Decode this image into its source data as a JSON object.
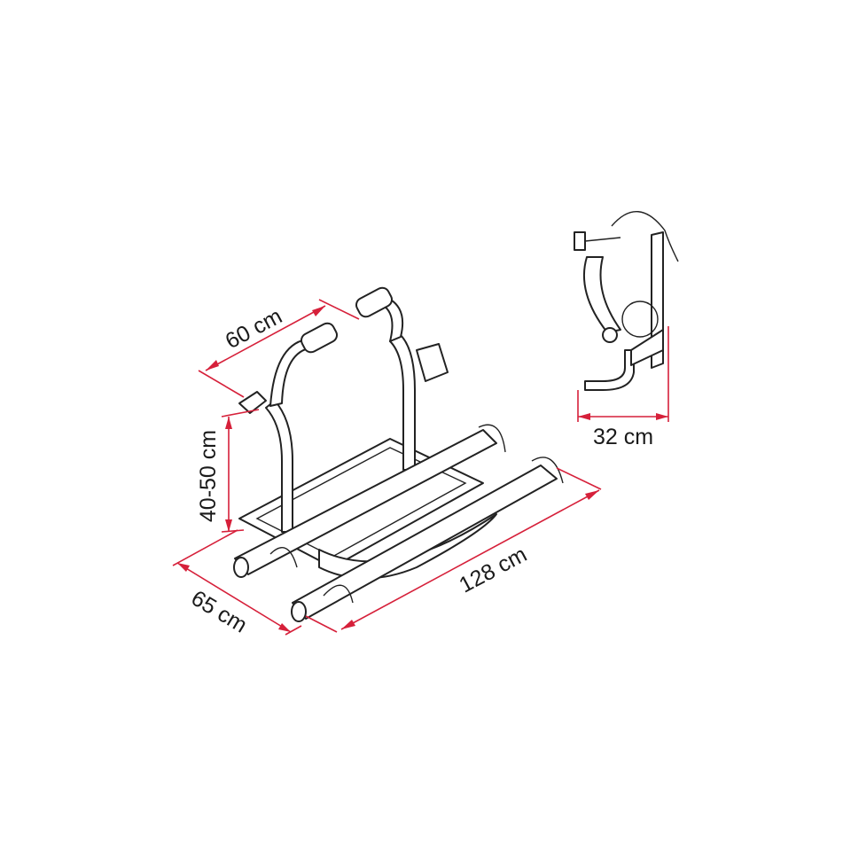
{
  "dimensions": {
    "width_top": "60 cm",
    "height": "40-50 cm",
    "depth": "65 cm",
    "length": "128 cm",
    "folded_depth": "32 cm"
  },
  "colors": {
    "dimension_line": "#d6203a",
    "drawing_line": "#222222",
    "background": "#ffffff"
  }
}
